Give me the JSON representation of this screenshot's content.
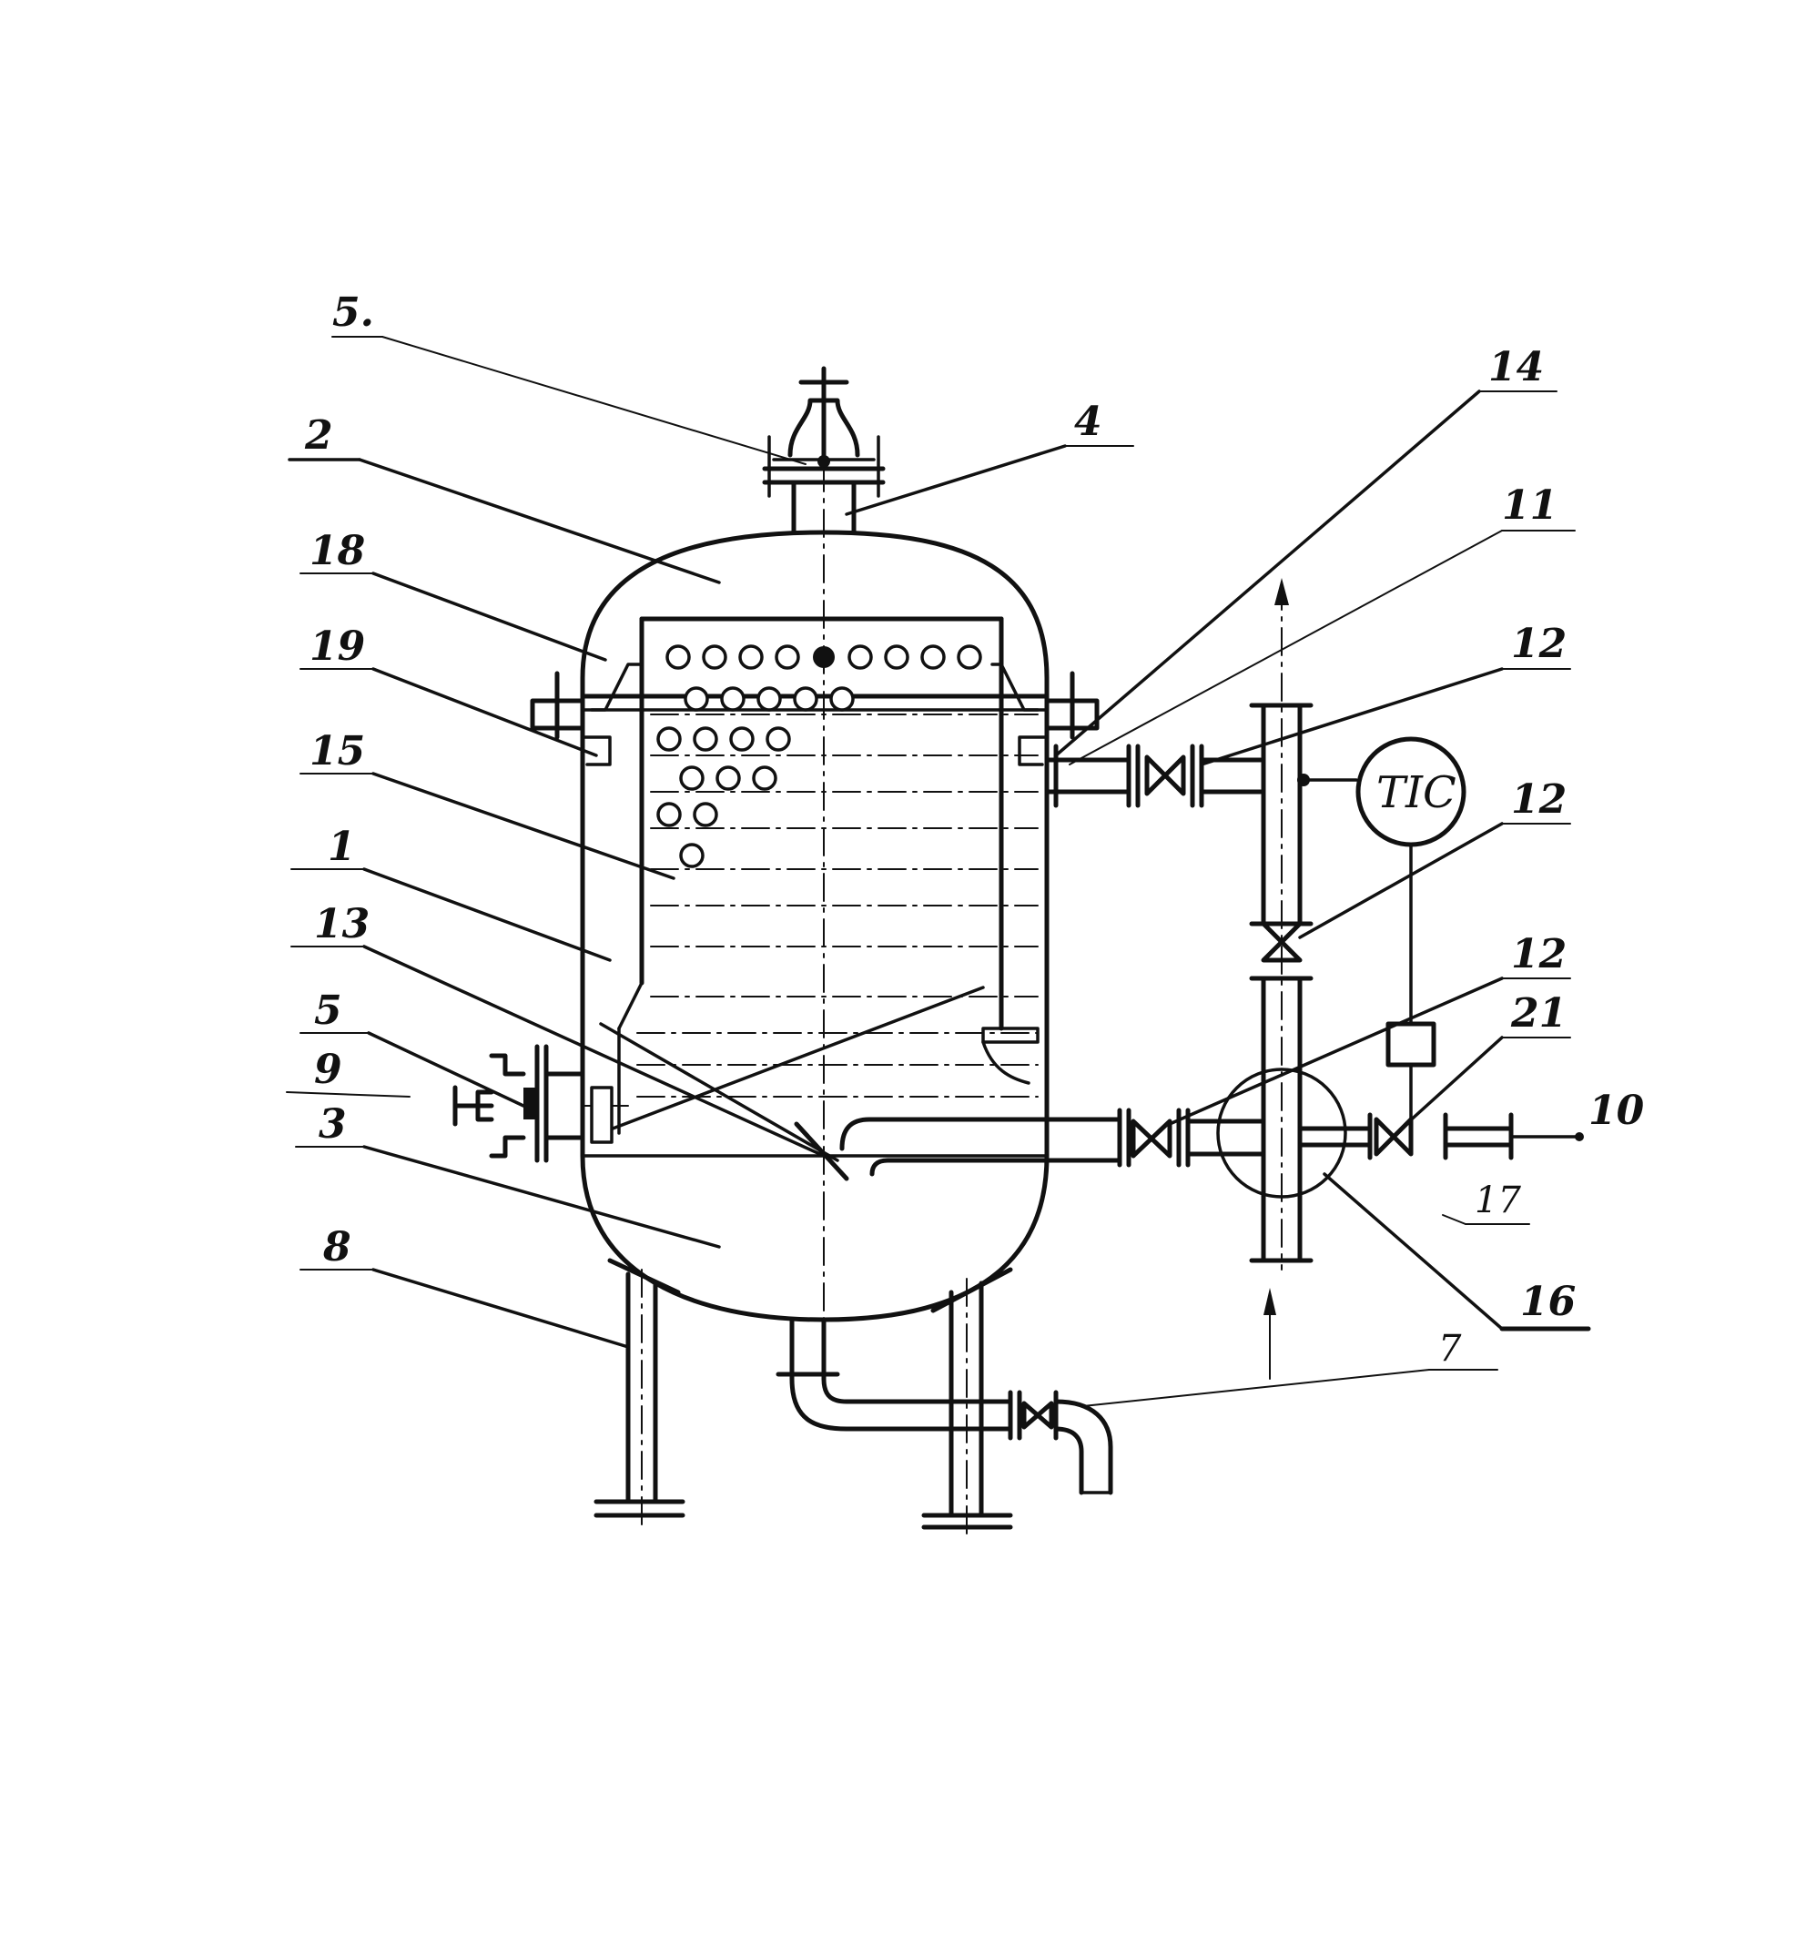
{
  "labels": {
    "l5_top": "5.",
    "l2": "2",
    "l4": "4",
    "l18": "18",
    "l19": "19",
    "l15": "15",
    "l1": "1",
    "l13": "13",
    "l5_mid": "5",
    "l9": "9",
    "l3": "3",
    "l8": "8",
    "l14": "14",
    "l11": "11",
    "l12_a": "12",
    "l12_b": "12",
    "l12_c": "12",
    "l21": "21",
    "l10": "10",
    "l17": "17",
    "l16": "16",
    "l7": "7"
  },
  "controller": {
    "tag": "TIC"
  }
}
